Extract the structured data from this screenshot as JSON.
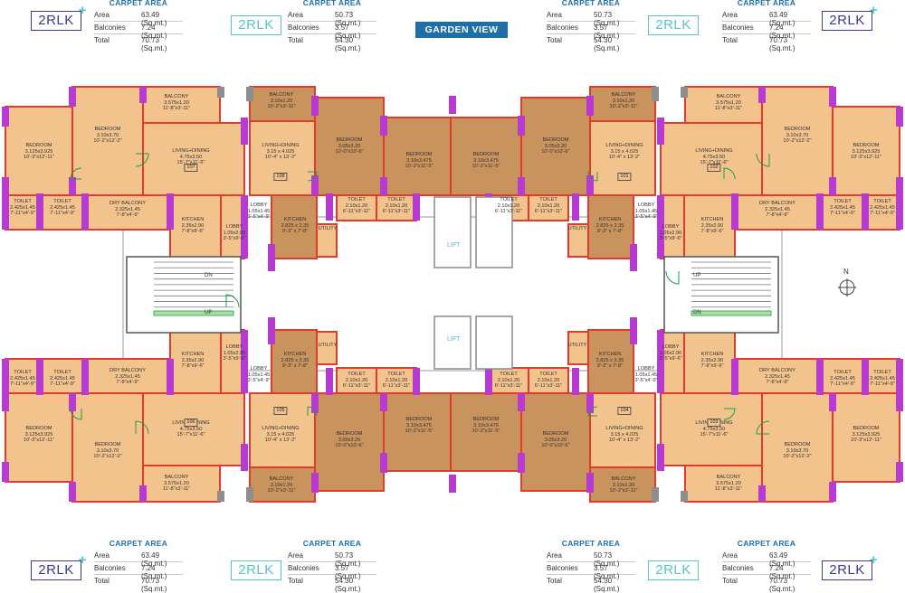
{
  "header": {
    "garden_view": "GARDEN VIEW"
  },
  "carpet_boxes": [
    {
      "title": "CARPET AREA",
      "badge": "2RLK",
      "badge_plus": "+",
      "area_label": "Area",
      "area": "63.49 (Sq.mt.)",
      "balconies_label": "Balconies",
      "balconies": "7.24 (Sq.mt.)",
      "total_label": "Total",
      "total": "70.73 (Sq.mt.)"
    },
    {
      "title": "CARPET AREA",
      "badge": "2RLK",
      "badge_plus": "",
      "area_label": "Area",
      "area": "50.73 (Sq.mt.)",
      "balconies_label": "Balconies",
      "balconies": "3.57 (Sq.mt.)",
      "total_label": "Total",
      "total": "54.30 (Sq.mt.)"
    },
    {
      "title": "CARPET AREA",
      "badge": "2RLK",
      "badge_plus": "",
      "area_label": "Area",
      "area": "50.73 (Sq.mt.)",
      "balconies_label": "Balconies",
      "balconies": "3.57 (Sq.mt.)",
      "total_label": "Total",
      "total": "54.30 (Sq.mt.)"
    },
    {
      "title": "CARPET AREA",
      "badge": "2RLK",
      "badge_plus": "+",
      "area_label": "Area",
      "area": "63.49 (Sq.mt.)",
      "balconies_label": "Balconies",
      "balconies": "7.24 (Sq.mt.)",
      "total_label": "Total",
      "total": "70.73 (Sq.mt.)"
    },
    {
      "title": "CARPET AREA",
      "badge": "2RLK",
      "badge_plus": "+",
      "area_label": "Area",
      "area": "63.49 (Sq.mt.)",
      "balconies_label": "Balconies",
      "balconies": "7.24 (Sq.mt.)",
      "total_label": "Total",
      "total": "70.73 (Sq.mt.)"
    },
    {
      "title": "CARPET AREA",
      "badge": "2RLK",
      "badge_plus": "",
      "area_label": "Area",
      "area": "50.73 (Sq.mt.)",
      "balconies_label": "Balconies",
      "balconies": "3.57 (Sq.mt.)",
      "total_label": "Total",
      "total": "54.30 (Sq.mt.)"
    },
    {
      "title": "CARPET AREA",
      "badge": "2RLK",
      "badge_plus": "",
      "area_label": "Area",
      "area": "50.73 (Sq.mt.)",
      "balconies_label": "Balconies",
      "balconies": "3.57 (Sq.mt.)",
      "total_label": "Total",
      "total": "54.30 (Sq.mt.)"
    },
    {
      "title": "CARPET AREA",
      "badge": "2RLK",
      "badge_plus": "+",
      "area_label": "Area",
      "area": "63.49 (Sq.mt.)",
      "balconies_label": "Balconies",
      "balconies": "7.24 (Sq.mt.)",
      "total_label": "Total",
      "total": "70.73 (Sq.mt.)"
    }
  ],
  "plan": {
    "colors": {
      "room": "#f3c38e",
      "room_dark": "#c9935d",
      "wall": "#e23a2d",
      "column": "#b73ad1",
      "column_grey": "#8e8e8e",
      "door": "#1aa04a",
      "lift": "#4fb3d9",
      "stair_line": "#7a7a7a"
    },
    "flats": [
      "107",
      "108",
      "101",
      "102",
      "106",
      "105",
      "104",
      "103"
    ],
    "lift": "LIFT",
    "up": "UP",
    "dn": "DN",
    "north": "N",
    "rooms": {
      "balcony_big": [
        "BALCONY",
        "3.575x1.20",
        "11'-8\"x3'-11\""
      ],
      "balcony_small": [
        "BALCONY",
        "3.10x1.20",
        "10'-2\"x3'-11\""
      ],
      "bedroom_a": [
        "BEDROOM",
        "3.10x3.70",
        "10'-2\"x12'-2\""
      ],
      "bedroom_b": [
        "BEDROOM",
        "3.125x3.925",
        "10'-3\"x12'-11\""
      ],
      "bedroom_c": [
        "BEDROOM",
        "3.05x3.20",
        "10'-0\"x10'-6\""
      ],
      "bedroom_d": [
        "BEDROOM",
        "3.10x3.475",
        "10'-2\"x11'-5\""
      ],
      "living_big": [
        "LIVING+DINING",
        "4.75x3.50",
        "15'-7\"x11'-6\""
      ],
      "living_small": [
        "LIVING+DINING",
        "3.15 x 4.025",
        "10'-4\" x 13'-2\""
      ],
      "toilet_a": [
        "TOILET",
        "2.425x1.45",
        "7'-11\"x4'-9\""
      ],
      "toilet_b": [
        "TOILET",
        "2.10x1.20",
        "6'-11\"x3'-11\""
      ],
      "dry_balcony": [
        "DRY BALCONY",
        "2.325x1.45",
        "7'-8\"x4'-9\""
      ],
      "kitchen_a": [
        "KITCHEN",
        "2.35x2.90",
        "7'-8\"x9'-6\""
      ],
      "kitchen_b": [
        "KITCHEN",
        "2.825 x 2.35",
        "9'-3\" x 7'-8\""
      ],
      "lobby_a": [
        "LOBBY",
        "1.05x2.90",
        "3'-5\"x9'-6\""
      ],
      "lobby_b": [
        "LOBBY",
        "1.05x1.45",
        "3'-5\"x4'-9\""
      ],
      "utility": [
        "UTILITY"
      ]
    }
  }
}
